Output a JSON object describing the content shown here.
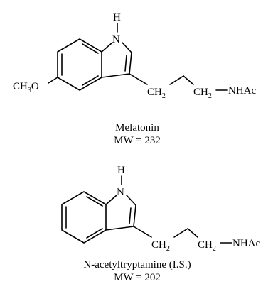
{
  "figure": {
    "melatonin": {
      "atoms": {
        "h": "H",
        "n": "N",
        "methoxy_ch": "CH",
        "methoxy_sub": "3",
        "methoxy_o": "O",
        "ch2a": "CH",
        "ch2a_sub": "2",
        "ch2b": "CH",
        "ch2b_sub": "2",
        "nhac": "NHAc"
      },
      "name": "Melatonin",
      "mw": "MW = 232"
    },
    "acetyltryptamine": {
      "atoms": {
        "h": "H",
        "n": "N",
        "ch2a": "CH",
        "ch2a_sub": "2",
        "ch2b": "CH",
        "ch2b_sub": "2",
        "nhac": "NHAc"
      },
      "name": "N-acetyltryptamine (I.S.)",
      "mw": "MW = 202"
    }
  }
}
